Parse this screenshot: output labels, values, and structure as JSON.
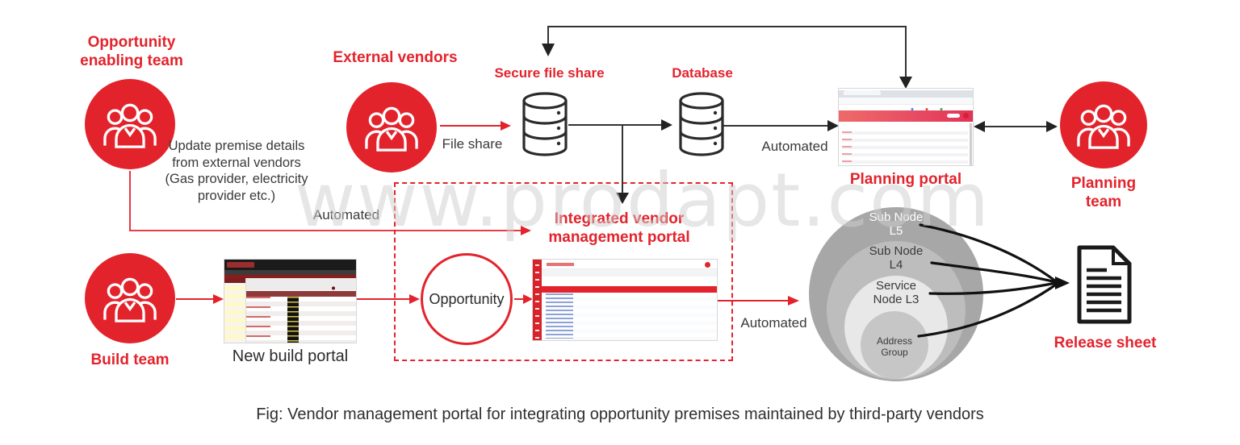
{
  "watermark": "www.prodapt.com",
  "caption": "Fig: Vendor management portal for integrating opportunity premises maintained by third-party vendors",
  "colors": {
    "accent_red": "#e3232c",
    "text_dark": "#3a3a3a",
    "watermark_gray": "#cfcfcf",
    "ring_grays": [
      "#a7a7a7",
      "#bdbdbd",
      "#e8e8e8",
      "#c6c6c6"
    ]
  },
  "nodes": {
    "opportunity_enabling_team": {
      "label": "Opportunity enabling team"
    },
    "external_vendors": {
      "label": "External vendors"
    },
    "secure_file_share": {
      "label": "Secure file share"
    },
    "database": {
      "label": "Database"
    },
    "planning_portal": {
      "label": "Planning portal"
    },
    "planning_team": {
      "label": "Planning team"
    },
    "build_team": {
      "label": "Build team"
    },
    "new_build_portal": {
      "label": "New build portal"
    },
    "opportunity": {
      "label": "Opportunity"
    },
    "ivmp": {
      "label": "Integrated vendor management portal"
    },
    "release_sheet": {
      "label": "Release sheet"
    }
  },
  "annotations": {
    "update_premise": "Update premise details from external vendors (Gas provider, electricity provider etc.)",
    "file_share": "File share",
    "automated_top": "Automated",
    "automated_left": "Automated",
    "automated_right": "Automated"
  },
  "rings": [
    "Sub Node L5",
    "Sub Node L4",
    "Service Node L3",
    "Address Group"
  ]
}
